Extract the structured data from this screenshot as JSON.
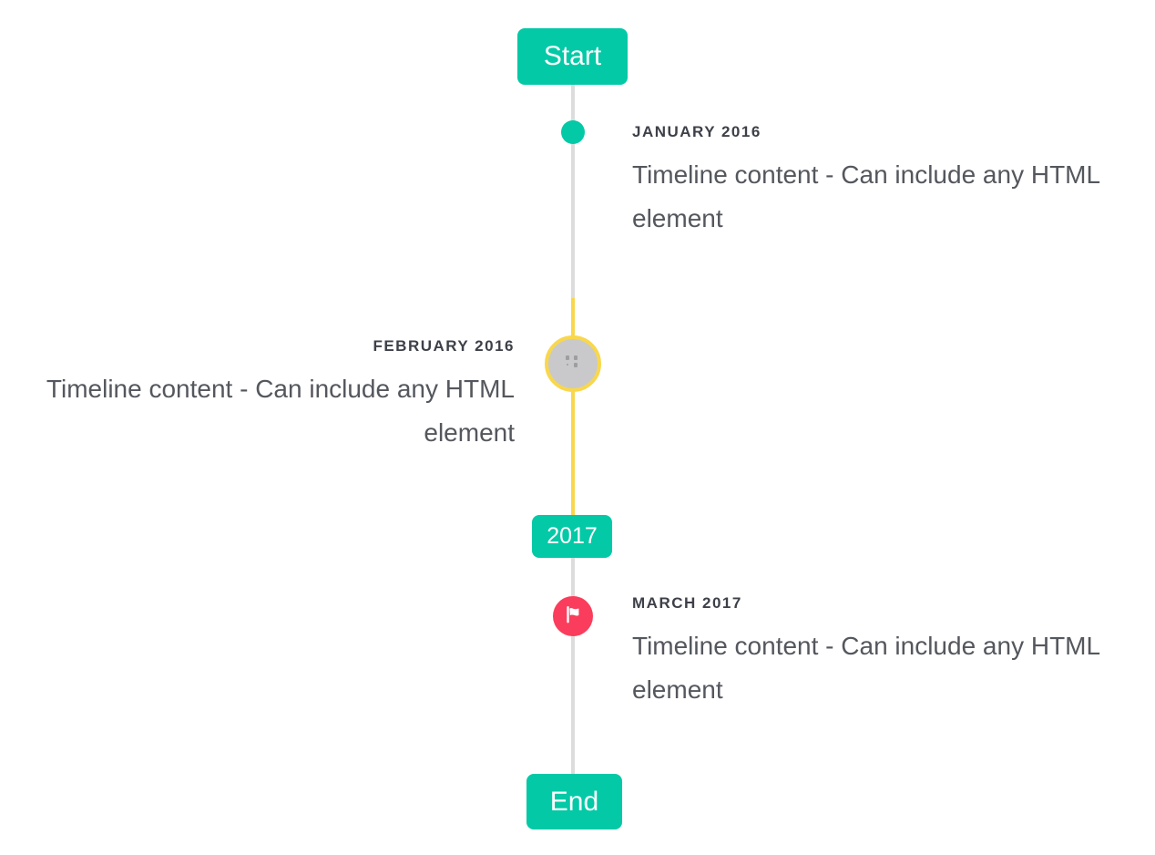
{
  "timeline": {
    "start_label": "Start",
    "year_badge_label": "2017",
    "end_label": "End",
    "events": [
      {
        "date_label": "JANUARY 2016",
        "content": "Timeline content - Can include any HTML element",
        "side": "right",
        "marker": "teal-dot"
      },
      {
        "date_label": "FEBRUARY 2016",
        "content": "Timeline content - Can include any HTML element",
        "side": "left",
        "marker": "image-placeholder-circle",
        "highlight": "yellow"
      },
      {
        "date_label": "MARCH 2017",
        "content": "Timeline content - Can include any HTML element",
        "side": "right",
        "marker": "red-flag-circle"
      }
    ]
  },
  "colors": {
    "accent_teal": "#04C9A6",
    "highlight_yellow": "#F9D74C",
    "marker_red": "#FA3D5C",
    "line_gray": "#DCDCDC",
    "marker_gray_fill": "#C9C9CB",
    "date_text": "#3D4048",
    "content_text": "#54575D",
    "background": "#FFFFFF"
  }
}
